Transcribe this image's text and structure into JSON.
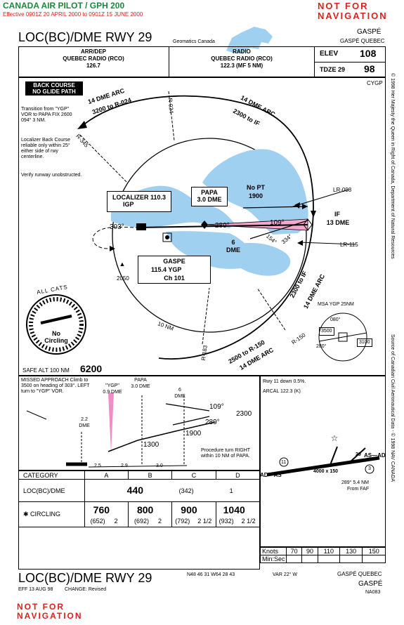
{
  "header": {
    "publication": "CANADA AIR PILOT / GPH 200",
    "effective": "Effective 0901Z 20 APRIL 2000 to 0901Z 15 JUNE 2000",
    "warning": "NOT FOR NAVIGATION",
    "chart_title": "LOC(BC)/DME RWY 29",
    "publisher": "Geomatics Canada",
    "airport": "GASPÉ",
    "location": "GASPÉ QUEBEC"
  },
  "comms": {
    "arr_dep_label": "ARR/DEP",
    "arr_dep_service": "QUEBEC RADIO (RCO)",
    "arr_dep_freq": "126.7",
    "radio_label": "RADIO",
    "radio_service": "QUEBEC RADIO (RCO)",
    "radio_freq": "122.3 (MF 5 NM)",
    "elev_label": "ELEV",
    "elev_value": "108",
    "tdze_label": "TDZE 29",
    "tdze_value": "98"
  },
  "plan": {
    "airport_id": "CYGP",
    "back_course": "BACK COURSE",
    "no_glide": "NO GLIDE PATH",
    "note1": "Transition from \"YGP\" VOR to PAPA FIX 2600 094° 3 NM.",
    "note2": "Localizer Back Course reliable only within 25° either side of rwy centerline.",
    "note3": "Verify runway unobstructed.",
    "arc_upper_a": "14 DME ARC",
    "arc_upper_b": "3200 to R-024",
    "arc_right_a": "14 DME ARC",
    "arc_right_b": "2300 to IF",
    "arc_lower_a": "2300 to IF",
    "arc_lower_b": "14 DME ARC",
    "arc_bottom_a": "2500 to R-150",
    "arc_bottom_b": "14 DME ARC",
    "r024": "R-024",
    "r345": "R-345",
    "r183": "R-183",
    "r150": "R-150",
    "lr098": "LR-098",
    "lr115": "LR-115",
    "ring_10nm": "10 NM",
    "loc_label": "LOCALIZER 110.3",
    "loc_id": "IGP",
    "papa_name": "PAPA",
    "papa_dme": "3.0 DME",
    "nopt": "No PT",
    "nopt_alt": "1900",
    "if_label": "IF",
    "if_dme": "13 DME",
    "dme6": "6",
    "dme6b": "DME",
    "crs303": "303°",
    "crs289": "289°",
    "crs109": "109°",
    "crs154": "154°",
    "crs334": "334°",
    "vor_name": "GASPE",
    "vor_freq": "115.4 YGP",
    "vor_ch": "Ch 101",
    "obst": "2050",
    "all_cats": "ALL CATS",
    "no_circling_a": "No",
    "no_circling_b": "Circling",
    "msa_title": "MSA YGP 25NM",
    "msa_080": "080°",
    "msa_280": "280°",
    "msa_3500": "3500",
    "msa_3100": "3100",
    "safe_alt_label": "SAFE ALT 100 NM",
    "safe_alt_value": "6200",
    "copyright": "© 1998 Her Majesty the Queen in Right of Canada, Department of Natural Resources"
  },
  "profile": {
    "missed_approach": "MISSED APPROACH Climb to 3500 on heading of 303°. LEFT turn to \"YGP\" VOR.",
    "ygp": "\"YGP\"",
    "ygp_dme": "0.9 DME",
    "papa": "PAPA",
    "papa_dme": "3.0 DME",
    "six": "6",
    "six_dme": "DME",
    "twotwo": "2.2",
    "twotwo_dme": "DME",
    "c109": "109°",
    "c289": "289°",
    "a2300": "2300",
    "a1900": "1900",
    "a1300": "1300",
    "pt_note": "Procedure turn RIGHT within 10 NM of PAPA.",
    "d1": "2.5",
    "d2": "2.9",
    "d3": "3.0"
  },
  "aerodrome": {
    "rwy_note": "Rwy 11 down 0.5%.",
    "arcal": "ARCAL 122.3 (K)",
    "ad_left": "AD",
    "as_left": "AS",
    "as_right": "AS",
    "ad_right": "AD",
    "rwy29": "29",
    "dims": "4000 x 150",
    "crs": "289° 5.4 NM",
    "from_faf": "From FAF",
    "n11": "11",
    "n3": "3",
    "source": "Source of Canadian Civil Aeronautical Data - © 1998 NAV CANADA"
  },
  "minima": {
    "category_label": "CATEGORY",
    "cats": [
      "A",
      "B",
      "C",
      "D"
    ],
    "loc_label": "LOC(BC)/DME",
    "loc_mda": "440",
    "loc_haa": "(342)",
    "loc_vis": "1",
    "circ_label": "✱ CIRCLING",
    "circling": [
      {
        "mda": "760",
        "haa": "(652)",
        "vis": "2"
      },
      {
        "mda": "800",
        "haa": "(692)",
        "vis": "2"
      },
      {
        "mda": "900",
        "haa": "(792)",
        "vis": "2 1/2"
      },
      {
        "mda": "1040",
        "haa": "(932)",
        "vis": "2 1/2"
      }
    ]
  },
  "timing": {
    "knots_label": "Knots",
    "minsec_label": "Min:Sec",
    "speeds": [
      "70",
      "90",
      "110",
      "130",
      "150"
    ]
  },
  "footer": {
    "chart_title": "LOC(BC)/DME RWY 29",
    "coords": "N48 46 31  W64 28 43",
    "var": "VAR 22° W",
    "location": "GASPÉ QUEBEC",
    "airport": "GASPÉ",
    "eff": "EFF 13 AUG 98",
    "change": "CHANGE: Revised",
    "code": "NA083",
    "warning": "NOT FOR NAVIGATION"
  }
}
